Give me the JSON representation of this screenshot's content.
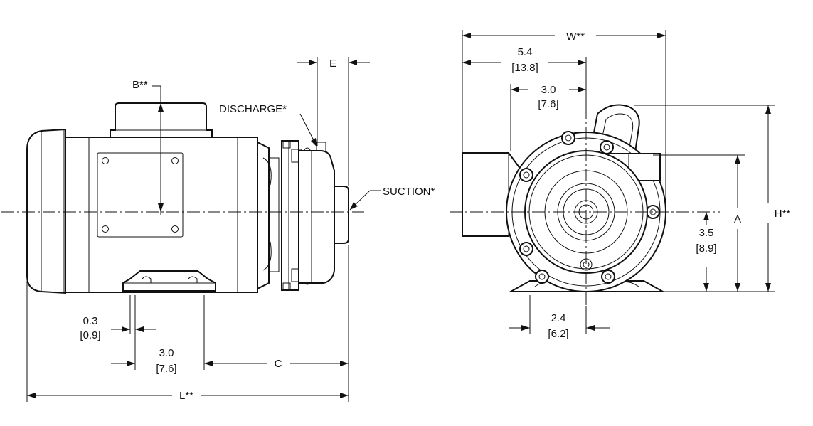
{
  "side_view": {
    "dims": {
      "e": "E",
      "b": "B**",
      "discharge": "DISCHARGE*",
      "suction": "SUCTION*",
      "gap_val": "0.3",
      "gap_mm": "[0.9]",
      "foot_val": "3.0",
      "foot_mm": "[7.6]",
      "c": "C",
      "l": "L**"
    }
  },
  "end_view": {
    "dims": {
      "w": "W**",
      "d54_val": "5.4",
      "d54_mm": "[13.8]",
      "d30_val": "3.0",
      "d30_mm": "[7.6]",
      "a": "A",
      "h": "H**",
      "d35_val": "3.5",
      "d35_mm": "[8.9]",
      "d24_val": "2.4",
      "d24_mm": "[6.2]"
    }
  }
}
